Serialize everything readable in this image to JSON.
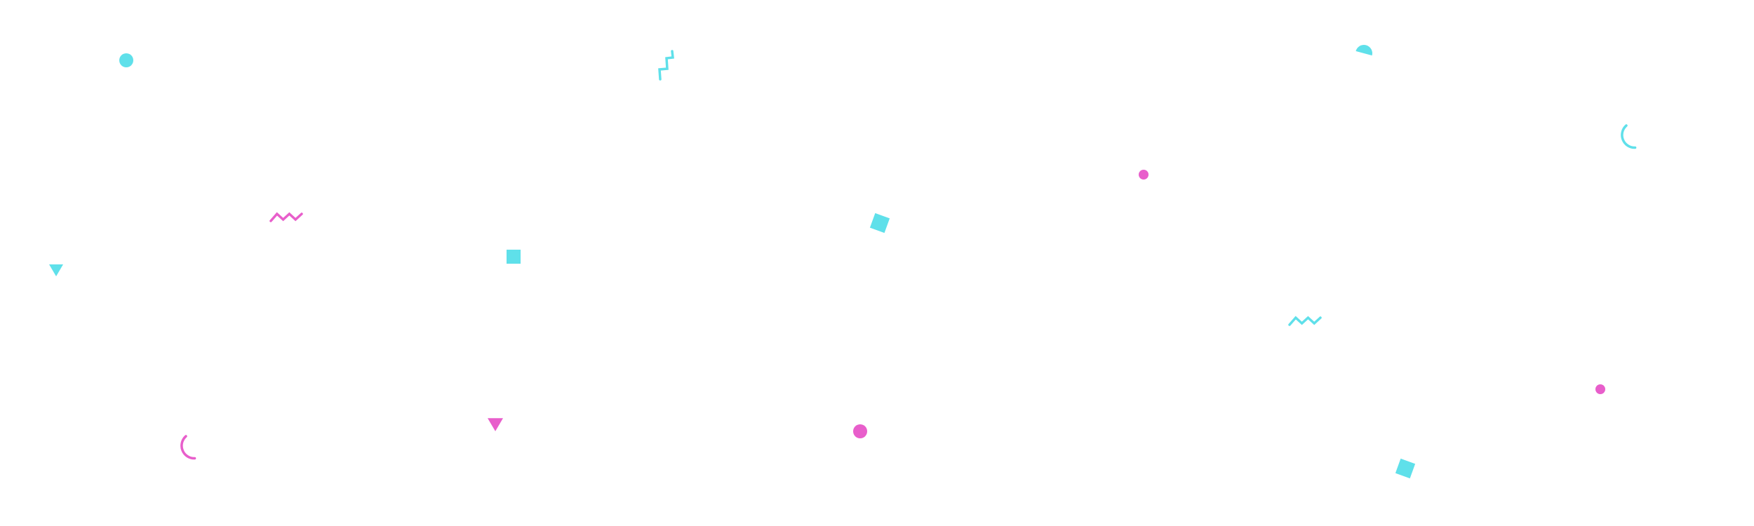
{
  "background": "#ffffff",
  "colors": {
    "cyan": "#5fe0ea",
    "magenta": "#e85ecb"
  },
  "shapes": [
    {
      "name": "cyan-dot-icon",
      "kind": "dot",
      "color": "cyan"
    },
    {
      "name": "cyan-zigzag-icon",
      "kind": "zigzag-vertical",
      "color": "cyan"
    },
    {
      "name": "cyan-half-disc-icon",
      "kind": "half-disc",
      "color": "cyan"
    },
    {
      "name": "cyan-arc-icon",
      "kind": "arc",
      "color": "cyan"
    },
    {
      "name": "magenta-dot-icon",
      "kind": "dot",
      "color": "magenta"
    },
    {
      "name": "magenta-squiggle-icon",
      "kind": "squiggle",
      "color": "magenta"
    },
    {
      "name": "cyan-square-icon",
      "kind": "square",
      "color": "cyan"
    },
    {
      "name": "cyan-tilted-square-icon",
      "kind": "tilted-square",
      "color": "cyan"
    },
    {
      "name": "cyan-triangle-icon",
      "kind": "triangle",
      "color": "cyan"
    },
    {
      "name": "cyan-squiggle-icon",
      "kind": "squiggle",
      "color": "cyan"
    },
    {
      "name": "magenta-dot-icon",
      "kind": "dot",
      "color": "magenta"
    },
    {
      "name": "magenta-triangle-icon",
      "kind": "triangle",
      "color": "magenta"
    },
    {
      "name": "magenta-dot-icon",
      "kind": "dot",
      "color": "magenta"
    },
    {
      "name": "magenta-arc-icon",
      "kind": "arc",
      "color": "magenta"
    },
    {
      "name": "cyan-tilted-square-icon",
      "kind": "tilted-square",
      "color": "cyan"
    }
  ]
}
